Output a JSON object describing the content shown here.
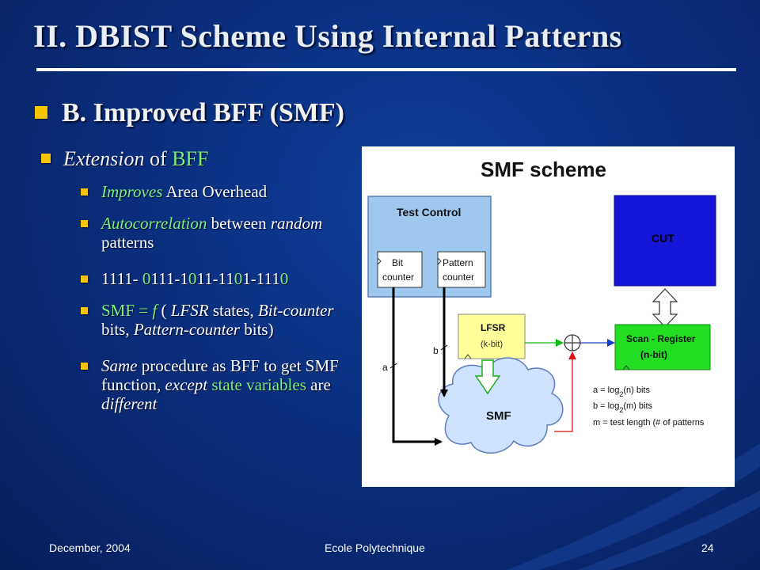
{
  "slide": {
    "title": "II. DBIST Scheme Using Internal Patterns",
    "heading": "B. Improved BFF (SMF)",
    "subheading": {
      "part1": "Extension",
      "part2": " of ",
      "part3": "BFF"
    },
    "bullets": {
      "b1": {
        "a": "Improves",
        "b": " Area Overhead"
      },
      "b2": {
        "a": "Autocorrelation",
        "b": " between ",
        "c": "random",
        "d": " patterns"
      },
      "b3": {
        "a": "1111- ",
        "b": "0",
        "c": "111-1",
        "d": "0",
        "e": "11-11",
        "f": "0",
        "g": "1-111",
        "h": "0"
      },
      "b4": {
        "a": "SMF",
        "b": " = ",
        "c": "f",
        "d": " ( ",
        "e": "LFSR",
        "f": " states, ",
        "g": "Bit-counter",
        "h": " bits, ",
        "i": "Pattern-counter",
        "j": " bits)"
      },
      "b5": {
        "a": "Same",
        "b": " procedure as BFF to get SMF function, ",
        "c": "except",
        "d": " ",
        "e": "state variables",
        "f": " are ",
        "g": "different"
      }
    }
  },
  "figure": {
    "title": "SMF scheme",
    "test_control": "Test Control",
    "bit_counter": [
      "Bit",
      "counter"
    ],
    "pattern_counter": [
      "Pattern",
      "counter"
    ],
    "cut": "CUT",
    "lfsr": "LFSR",
    "lfsr_sub": "(k-bit)",
    "scan_register": [
      "Scan - Register",
      "(n-bit)"
    ],
    "smf": "SMF",
    "label_a": "a",
    "label_b": "b",
    "legend": {
      "a_pre": "a = log",
      "a_sub": "2",
      "a_post": "(n) bits",
      "b_pre": "b = log",
      "b_sub": "2",
      "b_post": "(m) bits",
      "m": "m = test length (# of patterns"
    }
  },
  "footer": {
    "date": "December, 2004",
    "center": "Ecole Polytechnique",
    "page": "24"
  },
  "colors": {
    "background": "#0a2f7e",
    "bullet": "#f5c400",
    "highlight": "#7cf07c",
    "test_control_fill": "#9fc8ef",
    "cut_fill": "#1515d8",
    "lfsr_fill": "#ffff99",
    "scan_fill": "#22dd22",
    "smf_fill": "#cfe2ff"
  }
}
